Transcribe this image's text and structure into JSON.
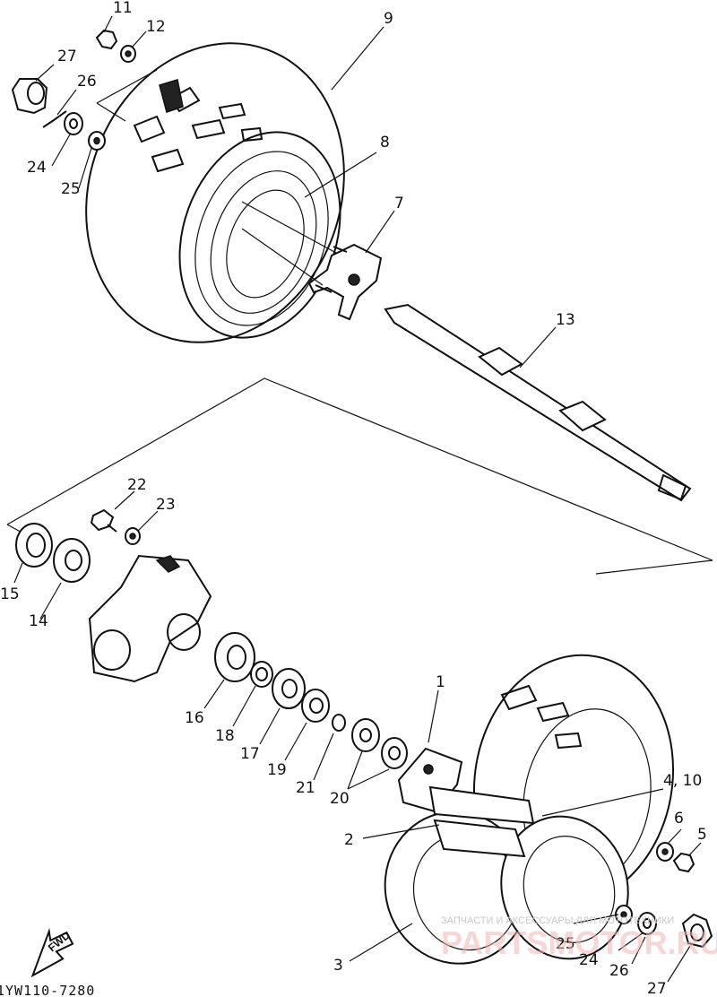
{
  "labels": {
    "p11": "11",
    "p12": "12",
    "p9": "9",
    "p27a": "27",
    "p26a": "26",
    "p24a": "24",
    "p25a": "25",
    "p8": "8",
    "p7": "7",
    "p13": "13",
    "p22": "22",
    "p23": "23",
    "p15": "15",
    "p14": "14",
    "p16": "16",
    "p18": "18",
    "p17": "17",
    "p19": "19",
    "p21": "21",
    "p20": "20",
    "p1": "1",
    "p4_10": "4, 10",
    "p6": "6",
    "p5": "5",
    "p2": "2",
    "p25b": "25",
    "p24b": "24",
    "p3": "3",
    "p26b": "26",
    "p27b": "27"
  },
  "diagram_code": "1YW110-7280",
  "fwd_label": "FWD",
  "watermark": {
    "small": "ЗАПЧАСТИ И АКСЕССУАРЫ ДЛЯ МОТОТЕХНИКИ",
    "brand": "PARTSMOTOR.RU"
  }
}
